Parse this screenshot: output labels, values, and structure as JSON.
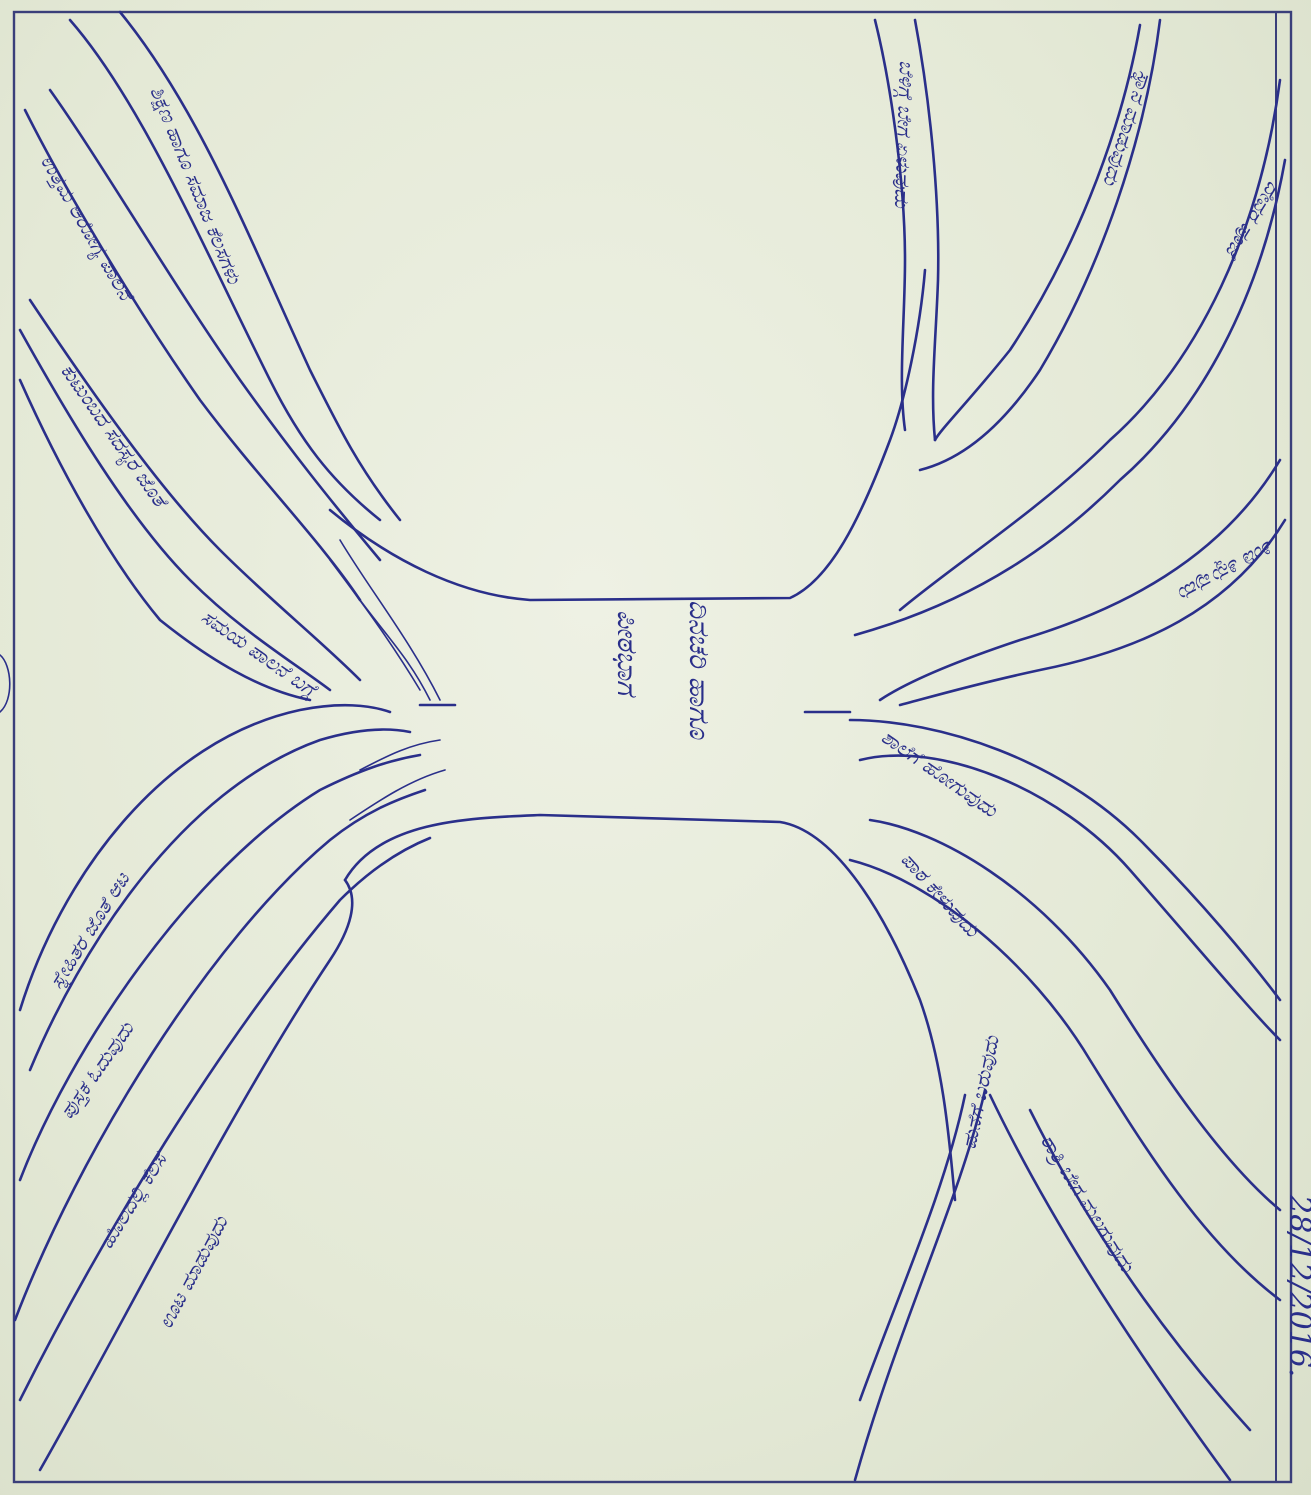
{
  "center": {
    "line1": "ಪೀಠಭಾಗ",
    "line2": "ದಿನಚರಿ ಹಾಗೂ"
  },
  "date": "28/12/2016.",
  "branches": {
    "top_left_1": "ಶಿಕ್ಷಣ ಹಾಗೂ ಸಮಾಜ ಕೆಲಸಗಳು",
    "top_left_2": "ಉತ್ತಮ ಆರೋಗ್ಯ ಪಾಲನೆ",
    "top_left_3": "ಕುಟುಂಬದ ಸದಸ್ಯರ ಜೊತೆ",
    "top_left_4": "ಸಮಯ ಪಾಲನೆ ಬಗ್ಗೆ",
    "left_1": "ಸ್ನೇಹಿತರ ಜೊತೆ ಆಟ",
    "left_2": "ಪುಸ್ತಕ ಓದುವುದು",
    "left_3": "ಹೊಲದಲ್ಲಿ ಕೆಲಸ",
    "left_4": "ಊಟ ಮಾಡುವುದು",
    "top_right_1": "ಬೆಳಿಗ್ಗೆ ಬೇಗ ಏಳುವುದು",
    "top_right_2": "ಸ್ನಾನ ಮಾಡುವುದು",
    "top_right_3": "ದೇವರ ಪೂಜೆ",
    "top_right_4": "ತಿಂಡಿ ತಿನ್ನುವುದು",
    "right_1": "ಶಾಲೆಗೆ ಹೋಗುವುದು",
    "right_2": "ಪಾಠ ಕೇಳುವುದು",
    "bottom_right_1": "ಮನೆಗೆ ಬರುವುದು",
    "bottom_right_2": "ರಾತ್ರಿ ಬೇಗ ಮಲಗುವುದು"
  }
}
